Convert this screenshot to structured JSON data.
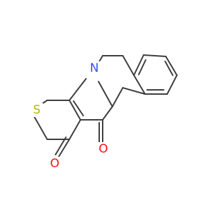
{
  "molecule": {
    "atoms": {
      "nitrogen": "N",
      "sulfur": "S",
      "oxygen_1": "O",
      "oxygen_2": "O"
    },
    "colors": {
      "bond": "#3d3d3d",
      "nitrogen": "#3050f8",
      "sulfur": "#b8b800",
      "oxygen": "#ff0d0d",
      "background": "#ffffff"
    }
  }
}
